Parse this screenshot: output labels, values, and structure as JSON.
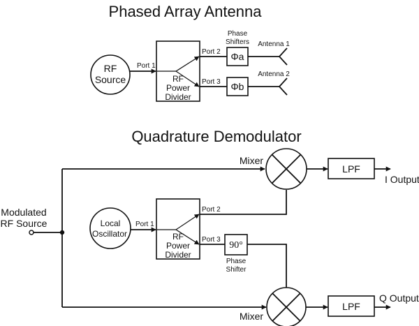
{
  "phased_array": {
    "title": "Phased Array Antenna",
    "source_line1": "RF",
    "source_line2": "Source",
    "port1": "Port 1",
    "port2": "Port 2",
    "port3": "Port 3",
    "divider_line1": "RF",
    "divider_line2": "Power",
    "divider_line3": "Divider",
    "shifters_line1": "Phase",
    "shifters_line2": "Shifters",
    "shifter_a": "Φa",
    "shifter_b": "Φb",
    "antenna1": "Antenna 1",
    "antenna2": "Antenna 2"
  },
  "quadrature": {
    "title": "Quadrature Demodulator",
    "input_line1": "Modulated",
    "input_line2": "RF Source",
    "lo_line1": "Local",
    "lo_line2": "Oscillator",
    "port1": "Port 1",
    "port2": "Port 2",
    "port3": "Port 3",
    "divider_line1": "RF",
    "divider_line2": "Power",
    "divider_line3": "Divider",
    "shifter_value": "90°",
    "shifter_line1": "Phase",
    "shifter_line2": "Shifter",
    "mixer_top": "Mixer",
    "mixer_bottom": "Mixer",
    "lpf_top": "LPF",
    "lpf_bottom": "LPF",
    "i_output": "I Output",
    "q_output": "Q Output"
  }
}
